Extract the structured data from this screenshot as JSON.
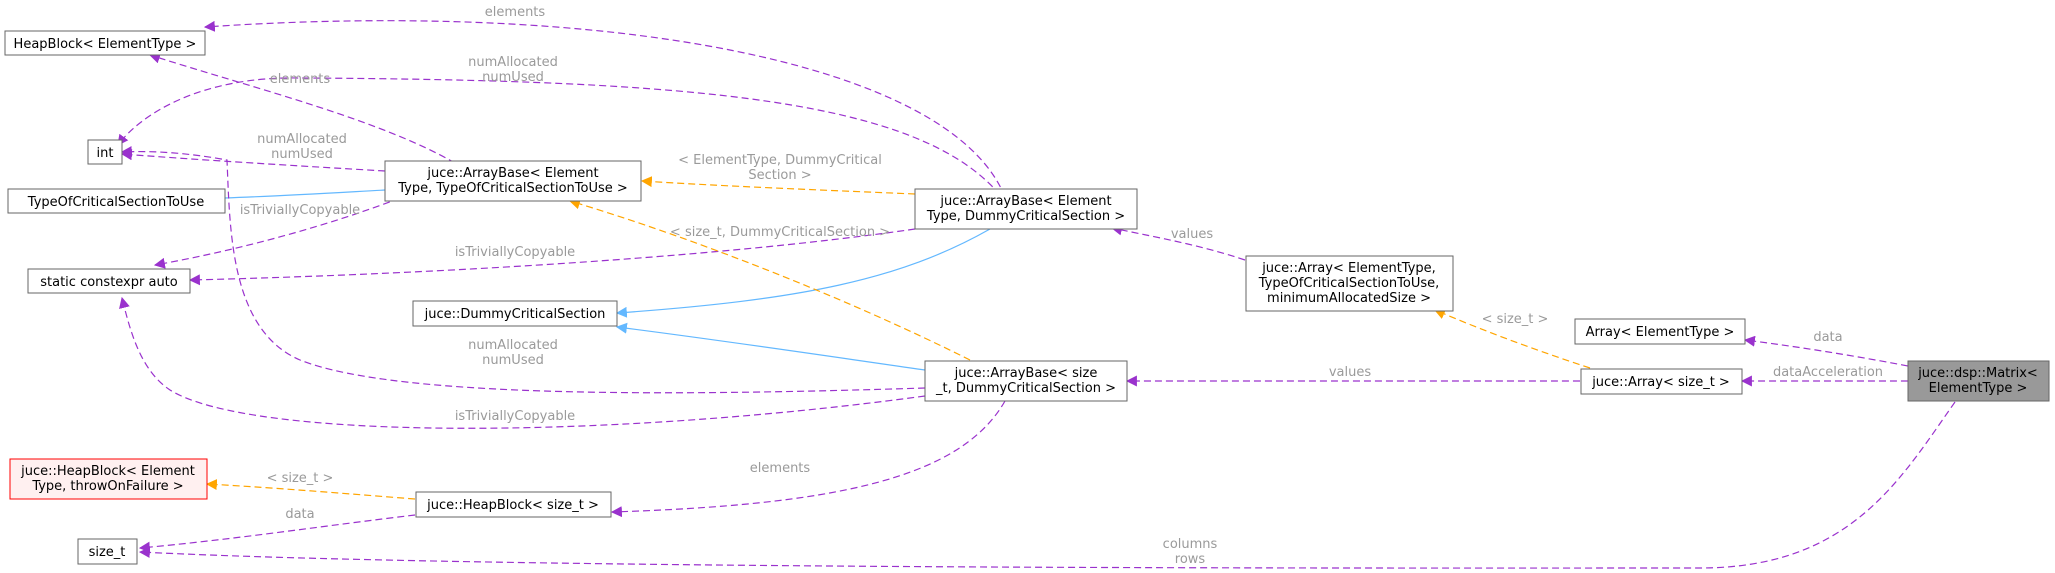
{
  "colors": {
    "usage_edge": "#9a32cd",
    "template_edge": "#ffa500",
    "inheritance_edge": "#63b8ff",
    "node_border": "#666666",
    "highlight_fill": "#999999",
    "missing_border": "#ff0000",
    "missing_fill": "#fff0f0",
    "label_text": "#9a9a9a"
  },
  "nodes": {
    "heapblock_elementtype": {
      "lines": [
        "HeapBlock< ElementType >"
      ]
    },
    "int": {
      "lines": [
        "int"
      ]
    },
    "typeofcriticalsection": {
      "lines": [
        "TypeOfCriticalSectionToUse"
      ]
    },
    "static_constexpr_auto": {
      "lines": [
        "static constexpr auto"
      ]
    },
    "arraybase_element_typeofcs": {
      "lines": [
        "juce::ArrayBase< Element",
        "Type, TypeOfCriticalSectionToUse >"
      ]
    },
    "dummycriticalsection": {
      "lines": [
        "juce::DummyCriticalSection"
      ]
    },
    "arraybase_element_dummy": {
      "lines": [
        "juce::ArrayBase< Element",
        "Type, DummyCriticalSection >"
      ]
    },
    "arraybase_size_dummy": {
      "lines": [
        "juce::ArrayBase< size",
        "_t, DummyCriticalSection >"
      ]
    },
    "heapblock_element_throw": {
      "lines": [
        "juce::HeapBlock< Element",
        "Type, throwOnFailure >"
      ]
    },
    "heapblock_size_t": {
      "lines": [
        "juce::HeapBlock< size_t >"
      ]
    },
    "size_t": {
      "lines": [
        "size_t"
      ]
    },
    "array_element_typeofcs_min": {
      "lines": [
        "juce::Array< ElementType,",
        "TypeOfCriticalSectionToUse,",
        "minimumAllocatedSize >"
      ]
    },
    "array_elementtype": {
      "lines": [
        "Array< ElementType >"
      ]
    },
    "array_size_t": {
      "lines": [
        "juce::Array< size_t >"
      ]
    },
    "matrix": {
      "lines": [
        "juce::dsp::Matrix<",
        "ElementType >"
      ]
    }
  },
  "edge_labels": {
    "elements_top": [
      "elements"
    ],
    "numalloc_top": [
      "numAllocated",
      "numUsed"
    ],
    "elements_mid": [
      "elements"
    ],
    "numalloc_left": [
      "numAllocated",
      "numUsed"
    ],
    "template_elementtype_dummy": [
      "< ElementType, DummyCritical",
      "Section >"
    ],
    "istrivially_left": [
      "isTriviallyCopyable"
    ],
    "template_size_dummy": [
      "< size_t, DummyCriticalSection >"
    ],
    "istrivially_mid": [
      "isTriviallyCopyable"
    ],
    "values_top": [
      "values"
    ],
    "numalloc_bottom": [
      "numAllocated",
      "numUsed"
    ],
    "template_size_t_right": [
      "< size_t >"
    ],
    "data_right": [
      "data"
    ],
    "dataacceleration": [
      "dataAcceleration"
    ],
    "values_mid": [
      "values"
    ],
    "istrivially_bottom": [
      "isTriviallyCopyable"
    ],
    "template_size_t_left": [
      "< size_t >"
    ],
    "elements_bottom": [
      "elements"
    ],
    "data_left": [
      "data"
    ],
    "columns_rows": [
      "columns",
      "rows"
    ]
  }
}
